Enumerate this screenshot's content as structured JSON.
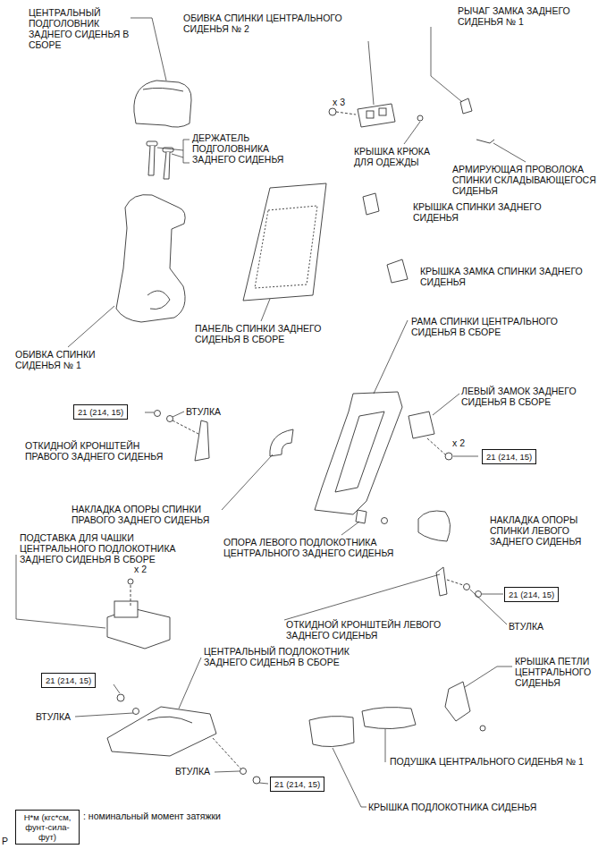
{
  "diagram": {
    "nodes": [
      {
        "text": [
          "21 (214, 15)"
        ]
      },
      {
        "text": [
          "21 (214, 15)"
        ]
      },
      {
        "text": [
          "21 (214, 15)"
        ]
      },
      {
        "text": [
          "21 (214, 15)"
        ]
      },
      {
        "text": [
          "21 (214, 15)"
        ]
      },
      {
        "text": [
          "Н*м (кгс*см, фунт-сила-фут)"
        ]
      }
    ],
    "labels": [
      "ЦЕНТРАЛЬНЫЙ ПОДГОЛОВНИК ЗАДНЕГО СИДЕНЬЯ В СБОРЕ",
      "ОБИВКА СПИНКИ ЦЕНТРАЛЬНОГО СИДЕНЬЯ № 2",
      "РЫЧАГ ЗАМКА ЗАДНЕГО СИДЕНЬЯ № 1",
      "x 3",
      "ДЕРЖАТЕЛЬ ПОДГОЛОВНИКА ЗАДНЕГО СИДЕНЬЯ",
      "КРЫШКА КРЮКА ДЛЯ ОДЕЖДЫ",
      "АРМИРУЮЩАЯ ПРОВОЛОКА СПИНКИ СКЛАДЫВАЮЩЕГОСЯ СИДЕНЬЯ",
      "КРЫШКА СПИНКИ ЗАДНЕГО СИДЕНЬЯ",
      "КРЫШКА ЗАМКА СПИНКИ ЗАДНЕГО СИДЕНЬЯ",
      "ПАНЕЛЬ СПИНКИ ЗАДНЕГО СИДЕНЬЯ В СБОРЕ",
      "РАМА СПИНКИ ЦЕНТРАЛЬНОГО СИДЕНЬЯ В СБОРЕ",
      "ОБИВКА СПИНКИ СИДЕНЬЯ № 1",
      "ЛЕВЫЙ ЗАМОК ЗАДНЕГО СИДЕНЬЯ В СБОРЕ",
      "ВТУЛКА",
      "ОТКИДНОЙ КРОНШТЕЙН ПРАВОГО ЗАДНЕГО СИДЕНЬЯ",
      "x 2",
      "НАКЛАДКА ОПОРЫ СПИНКИ ПРАВОГО ЗАДНЕГО СИДЕНЬЯ",
      "НАКЛАДКА ОПОРЫ СПИНКИ ЛЕВОГО ЗАДНЕГО СИДЕНЬЯ",
      "ПОДСТАВКА ДЛЯ ЧАШКИ ЦЕНТРАЛЬНОГО ПОДЛОКОТНИКА ЗАДНЕГО СИДЕНЬЯ В СБОРЕ",
      "ОПОРА ЛЕВОГО ПОДЛОКОТНИКА ЦЕНТРАЛЬНОГО ЗАДНЕГО СИДЕНЬЯ",
      "x 2",
      "ОТКИДНОЙ КРОНШТЕЙН ЛЕВОГО ЗАДНЕГО СИДЕНЬЯ",
      "ВТУЛКА",
      "ЦЕНТРАЛЬНЫЙ ПОДЛОКОТНИК ЗАДНЕГО СИДЕНЬЯ В СБОРЕ",
      "КРЫШКА ПЕТЛИ ЦЕНТРАЛЬНОГО СИДЕНЬЯ",
      "ВТУЛКА",
      "ВТУЛКА",
      "ПОДУШКА ЦЕНТРАЛЬНОГО СИДЕНЬЯ № 1",
      "КРЫШКА ПОДЛОКОТНИКА СИДЕНЬЯ",
      ": номинальный момент затяжки",
      "P"
    ]
  }
}
